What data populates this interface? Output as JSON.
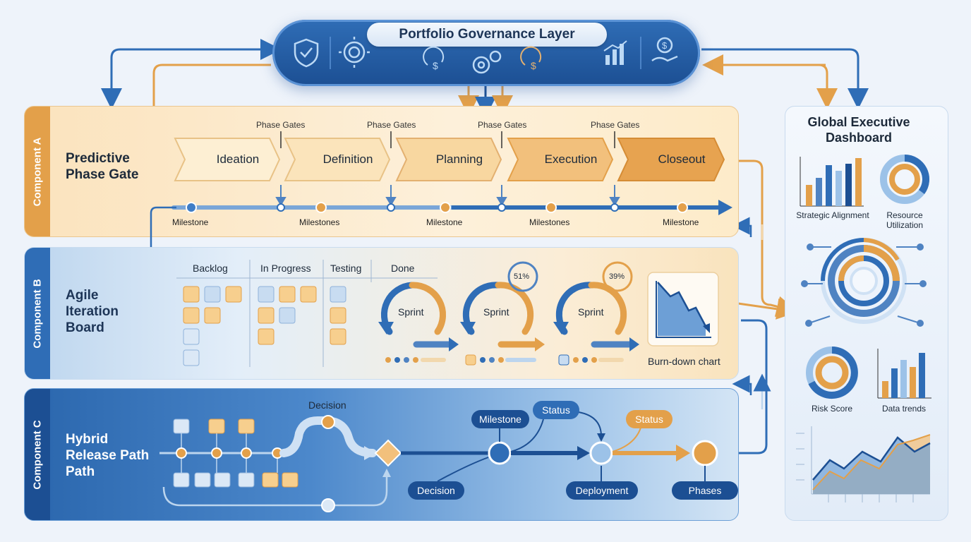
{
  "governance": {
    "title": "Portfolio Governance Layer"
  },
  "componentA": {
    "side_label": "Component A",
    "title": "Predictive\nPhase Gate",
    "phases": [
      "Ideation",
      "Definition",
      "Planning",
      "Execution",
      "Closeout"
    ],
    "gate_labels": [
      "Phase Gates",
      "Phase Gates",
      "Phase Gates",
      "Phase Gates"
    ],
    "milestones": [
      "Milestone",
      "Milestones",
      "Milestone",
      "Milestones",
      "Milestone"
    ]
  },
  "componentB": {
    "side_label": "Component B",
    "title": "Agile\nIteration\nBoard",
    "columns": [
      "Backlog",
      "In Progress",
      "Testing",
      "Done"
    ],
    "sprints": [
      "Sprint",
      "Sprint",
      "Sprint"
    ],
    "sprint_badges": [
      "51%",
      "39%"
    ],
    "burndown_label": "Burn-down chart"
  },
  "componentC": {
    "side_label": "Component C",
    "title": "Hybrid\nRelease Path\nPath",
    "labels": {
      "decision_top": "Decision",
      "milestone": "Milestone",
      "status_blue": "Status",
      "status_orange": "Status",
      "decision_bottom": "Decision",
      "deployment": "Deployment",
      "phases": "Phases"
    }
  },
  "dashboard": {
    "title": "Global Executive\nDashboard",
    "widgets": [
      "Strategic Alignment",
      "Resource\nUtilization",
      "Risk Score",
      "Data trends"
    ]
  },
  "colors": {
    "blue": "#2f6db6",
    "dark_blue": "#1c4f93",
    "orange": "#e3a04a",
    "light_orange": "#fbe3bd",
    "light_blue": "#bcd5ee"
  },
  "icons": [
    "shield-check-icon",
    "gear-dollar-icon",
    "dollar-cycle-icon",
    "gears-icon",
    "dollar-cycle-icon",
    "bar-chart-icon",
    "hand-dollar-icon"
  ]
}
